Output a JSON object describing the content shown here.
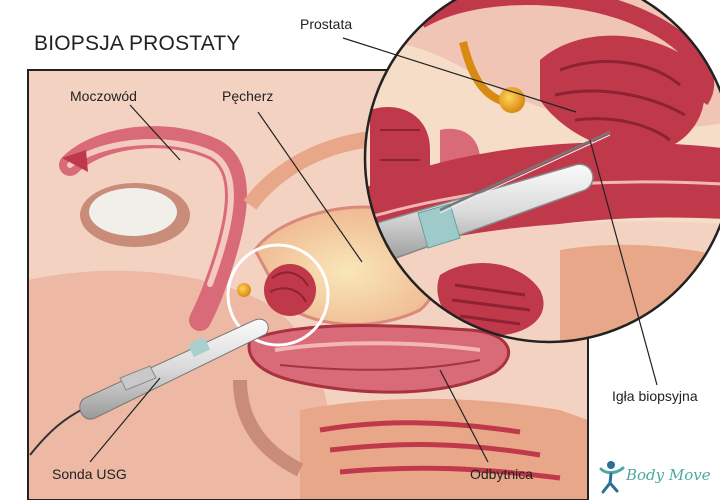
{
  "title": "BIOPSJA PROSTATY",
  "labels": {
    "prostata": "Prostata",
    "moczowod": "Moczowód",
    "pecherz": "Pęcherz",
    "igla": "Igła biopsyjna",
    "sonda": "Sonda USG",
    "odbytnica": "Odbytnica"
  },
  "logo": {
    "text": "Body Move",
    "color": "#4ea9a2",
    "figure_color": "#2a6f97"
  },
  "colors": {
    "skin": "#f1c5b6",
    "tissue_light": "#f6ddc7",
    "tissue_dark": "#c0394a",
    "tissue_mid": "#d96a77",
    "bone": "#e9a78a",
    "probe": "#e6e6e6",
    "accent_gland": "#e8a21c",
    "line": "#222222"
  }
}
